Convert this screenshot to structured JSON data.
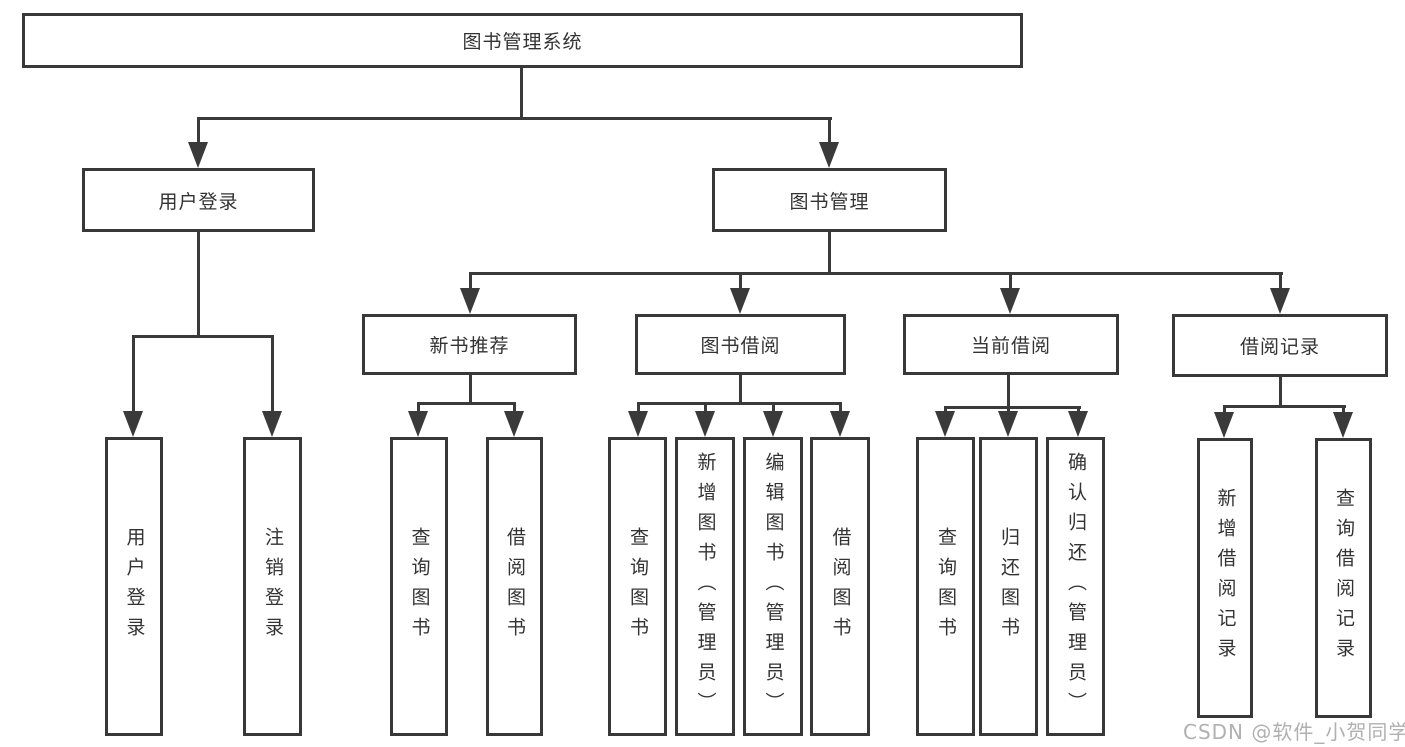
{
  "diagram": {
    "title_node": "图书管理系统",
    "nodes": {
      "root": "图书管理系统",
      "level2": [
        "用户登录",
        "图书管理"
      ],
      "level3": [
        "新书推荐",
        "图书借阅",
        "当前借阅",
        "借阅记录"
      ],
      "leaves": [
        "用户登录",
        "注销登录",
        "查询图书",
        "借阅图书",
        "查询图书",
        "新增图书（管理员）",
        "编辑图书（管理员）",
        "借阅图书",
        "查询图书",
        "归还图书",
        "确认归还（管理员）",
        "新增借阅记录",
        "查询借阅记录"
      ]
    },
    "colors": {
      "line": "#3a3a3a",
      "border": "#383838",
      "text": "#333333",
      "background": "#ffffff",
      "watermark": "#b0b0b0"
    }
  },
  "watermark": {
    "text": "CSDN @软件_小贺同学"
  }
}
